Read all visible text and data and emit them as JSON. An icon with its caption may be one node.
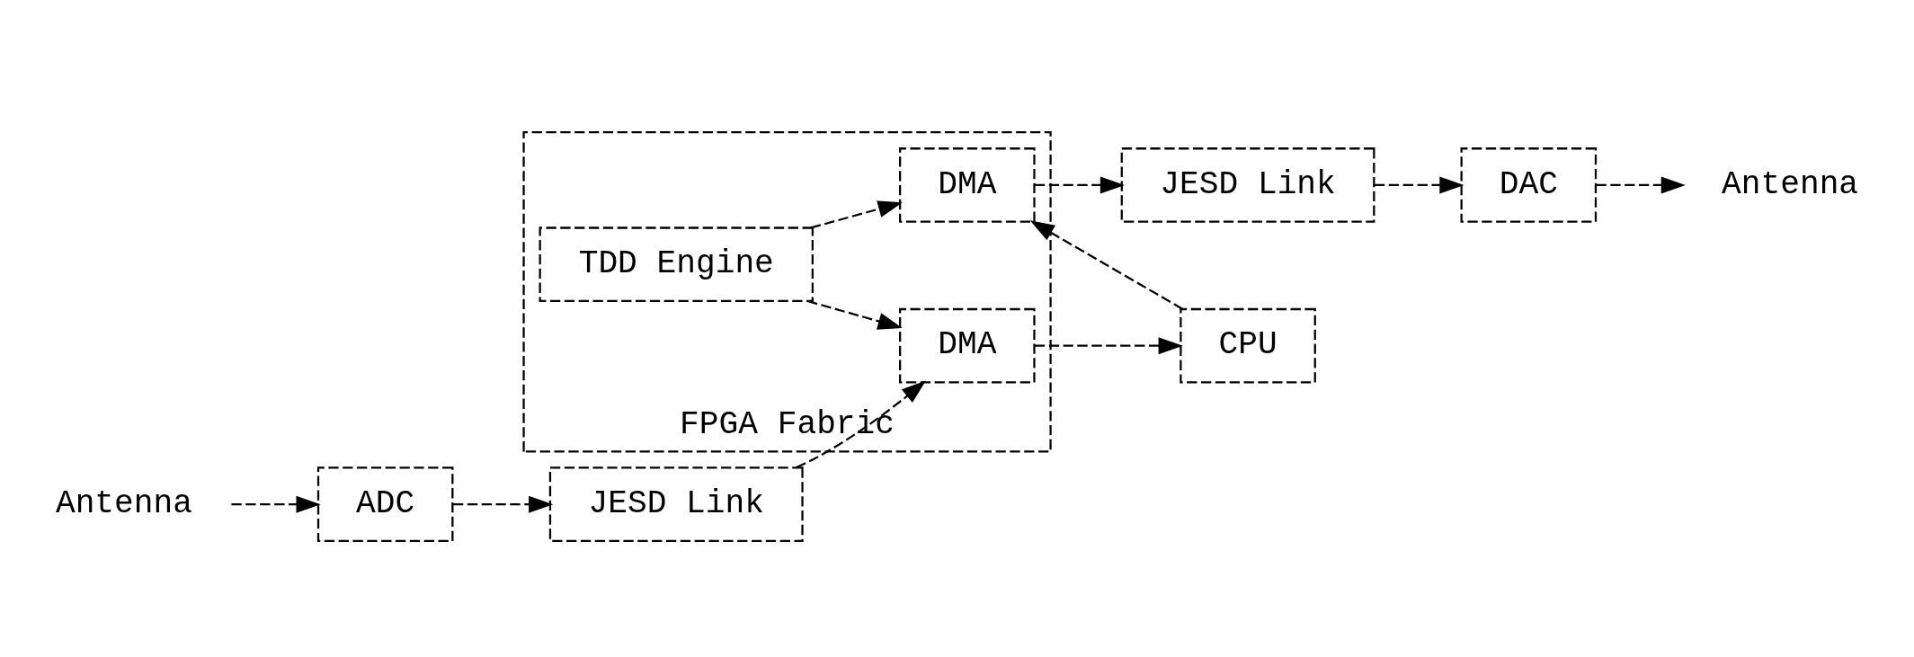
{
  "diagram": {
    "nodes": [
      {
        "text": [
          "FPGA Fabric"
        ]
      },
      {
        "text": [
          "Antenna"
        ]
      },
      {
        "text": [
          "ADC"
        ]
      },
      {
        "text": [
          "JESD Link"
        ]
      },
      {
        "text": [
          "DMA"
        ],
        "in": 0
      },
      {
        "text": [
          "TDD Engine"
        ],
        "in": 0
      },
      {
        "text": [
          "CPU"
        ]
      },
      {
        "text": [
          "Antenna"
        ]
      },
      {
        "text": [
          "DAC"
        ]
      },
      {
        "text": [
          "JESD Link"
        ]
      },
      {
        "text": [
          "DMA"
        ],
        "in": 0
      }
    ],
    "edges": [
      {
        "from": 1,
        "to": 2,
        "arrow": "to"
      },
      {
        "from": 2,
        "to": 3,
        "arrow": "to"
      },
      {
        "from": 3,
        "to": 4,
        "arrow": "to"
      },
      {
        "from": 5,
        "to": 4,
        "arrow": "to"
      },
      {
        "from": 4,
        "to": 6,
        "arrow": "to"
      },
      {
        "from": 6,
        "to": 10,
        "arrow": "to"
      },
      {
        "from": 5,
        "to": 10,
        "arrow": "to"
      },
      {
        "from": 10,
        "to": 9,
        "arrow": "to"
      },
      {
        "from": 9,
        "to": 8,
        "arrow": "to"
      },
      {
        "from": 8,
        "to": 7,
        "arrow": "to"
      }
    ]
  }
}
